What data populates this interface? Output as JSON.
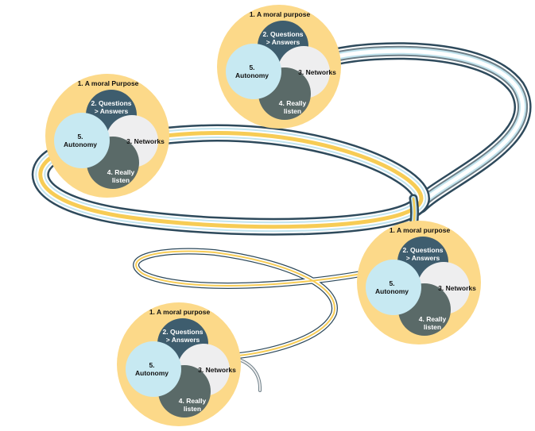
{
  "colors": {
    "outer_circle": "#fcd989",
    "questions_circle": "#3e5d6e",
    "networks_circle": "#eeeeef",
    "listen_circle": "#5a6a68",
    "autonomy_circle": "#c7e9f2",
    "ribbon_dark": "#2e4a5c",
    "ribbon_gray": "#6e7f88",
    "ribbon_light_blue": "#c2e4ee",
    "ribbon_yellow": "#f7cc55",
    "ribbon_white": "#ffffff"
  },
  "clusters": [
    {
      "title": "1. A moral purpose",
      "questions": [
        "2. Questions",
        "> Answers"
      ],
      "networks": "3. Networks",
      "listen": [
        "4. Really",
        "listen"
      ],
      "autonomy": [
        "5.",
        "Autonomy"
      ]
    },
    {
      "title": "1. A moral Purpose",
      "questions": [
        "2. Questions",
        "> Answers"
      ],
      "networks": "3. Networks",
      "listen": [
        "4. Really",
        "listen"
      ],
      "autonomy": [
        "5.",
        "Autonomy"
      ]
    },
    {
      "title": "1. A moral purpose",
      "questions": [
        "2. Questions",
        "> Answers"
      ],
      "networks": "3. Networks",
      "listen": [
        "4. Really",
        "listen"
      ],
      "autonomy": [
        "5.",
        "Autonomy"
      ]
    },
    {
      "title": "1. A moral purpose",
      "questions": [
        "2. Questions",
        "> Answers"
      ],
      "networks": "3. Networks",
      "listen": [
        "4. Really",
        "listen"
      ],
      "autonomy": [
        "5.",
        "Autonomy"
      ]
    }
  ]
}
